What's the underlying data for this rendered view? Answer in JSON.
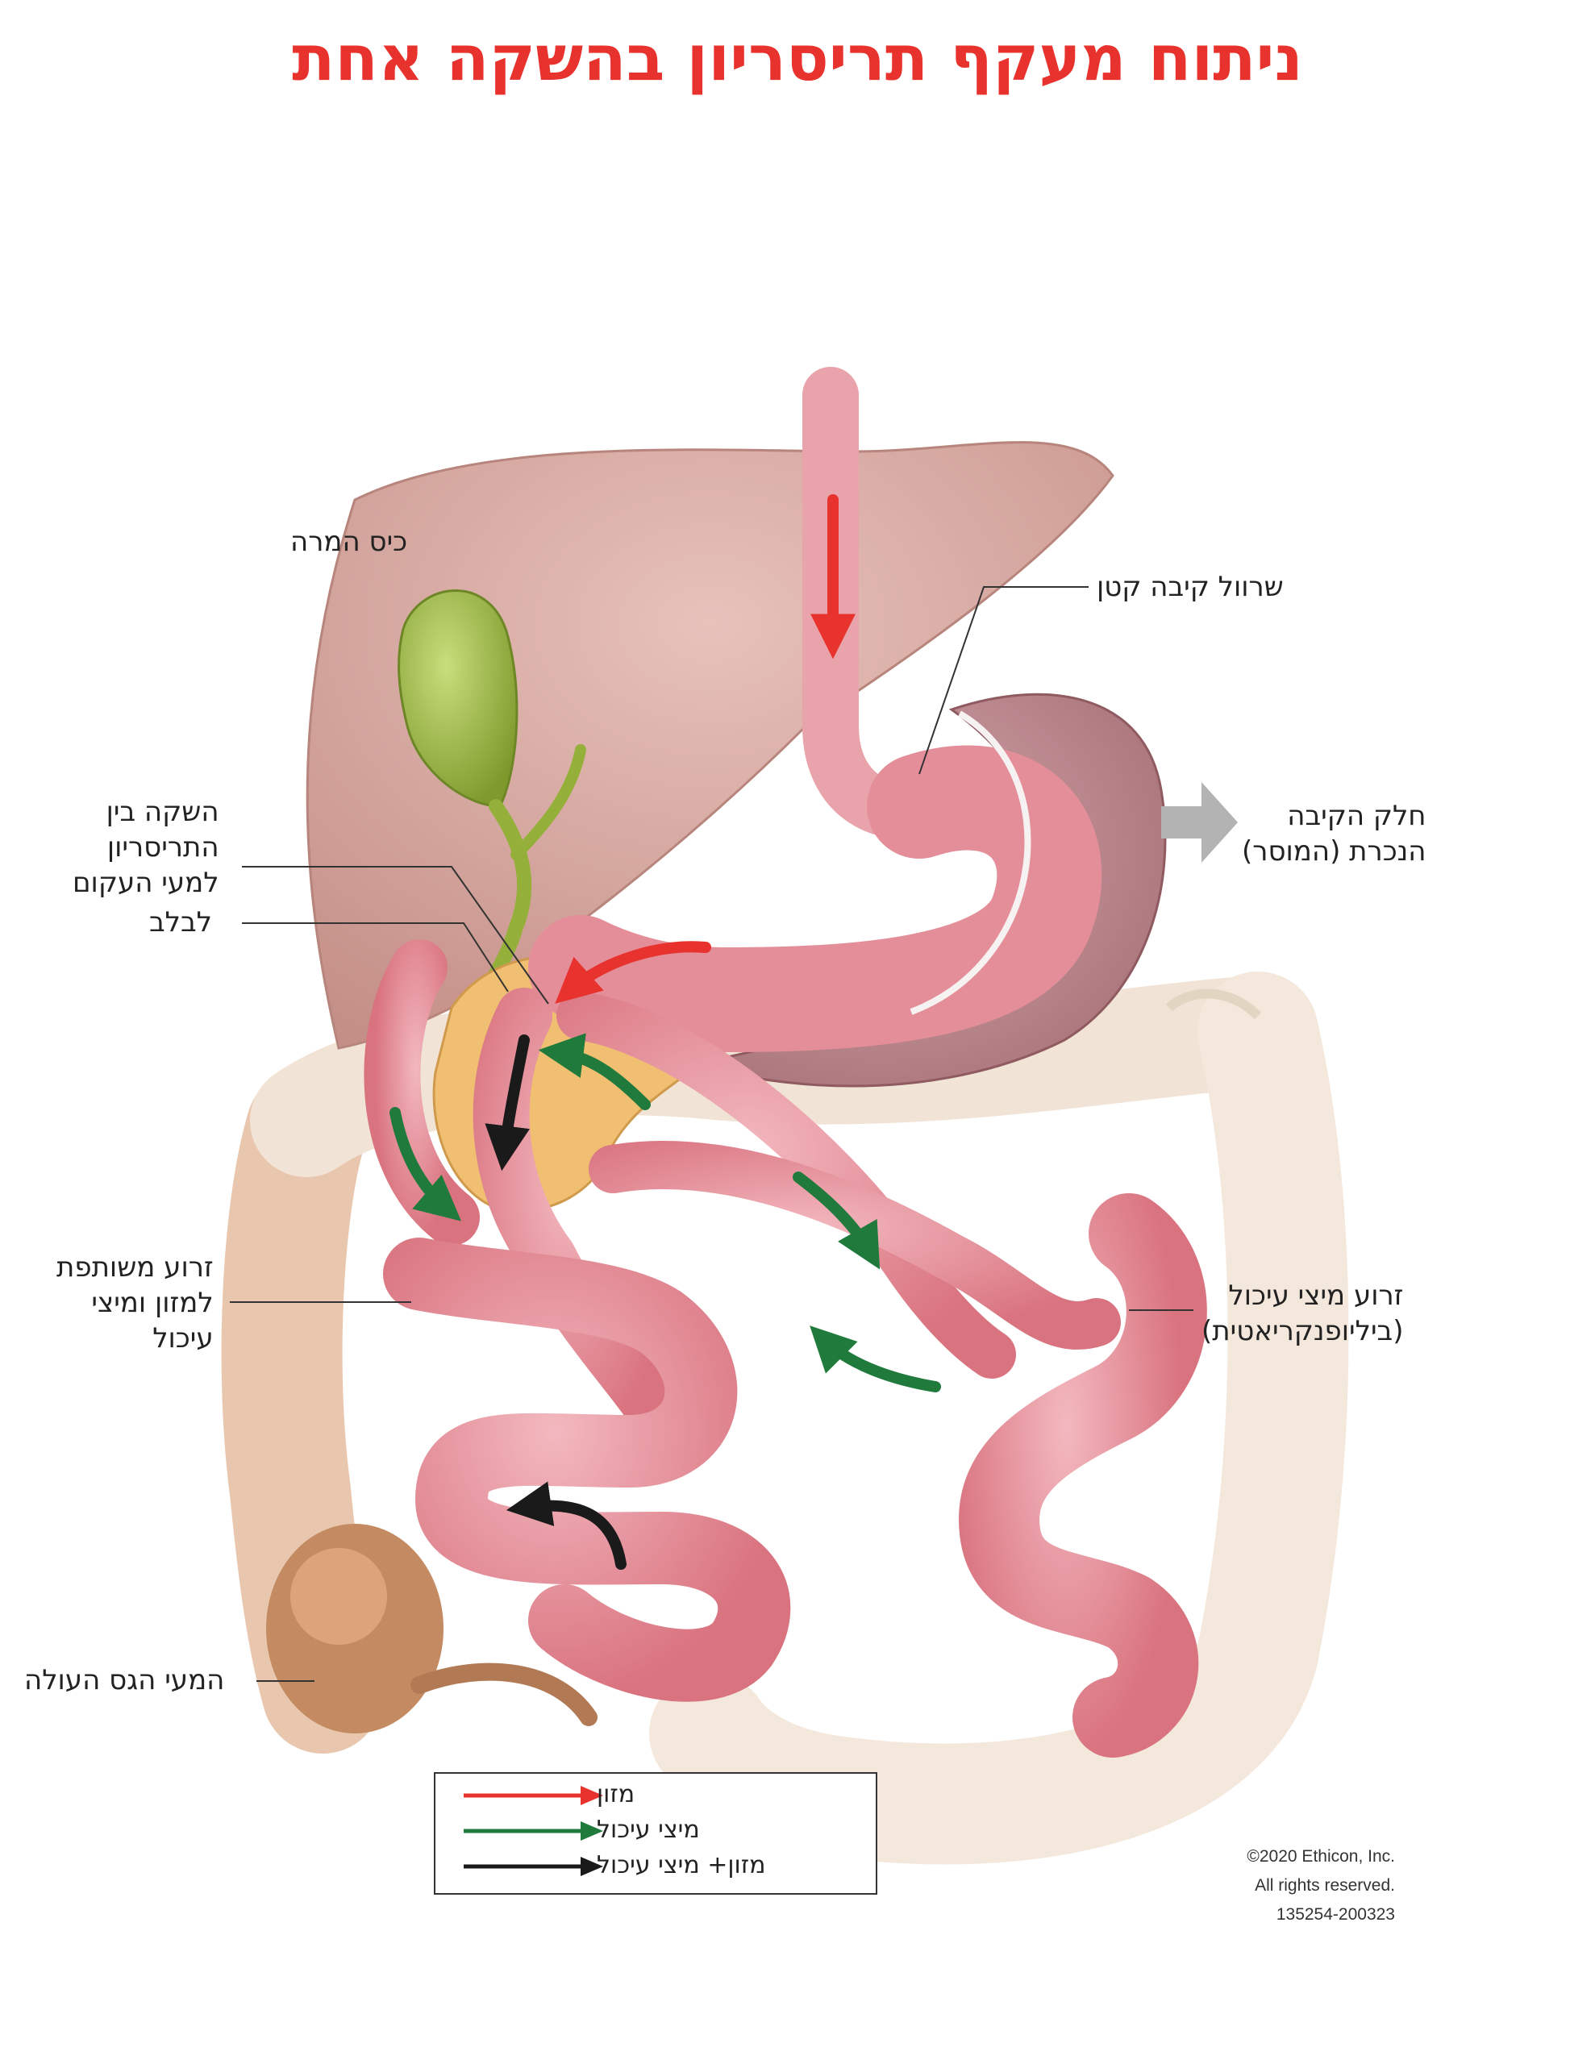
{
  "title": "ניתוח מעקף תריסריון בהשקה אחת",
  "labels": {
    "gallbladder": "כיס המרה",
    "small_sleeve": [
      "שרוול קיבה קטן"
    ],
    "resected_stomach": [
      "חלק הקיבה",
      "הנכרת (המוסר)"
    ],
    "anastomosis": [
      "השקה בין",
      "התריסריון",
      "למעי העקום"
    ],
    "pancreas": "לבלב",
    "common_limb": [
      "זרוע משותפת",
      "למזון ומיצי",
      "עיכול"
    ],
    "biliopancreatic_limb": [
      "זרוע מיצי עיכול",
      "(ביליופנקריאטית)"
    ],
    "colon": "המעי הגס העולה"
  },
  "legend": {
    "items": [
      {
        "label": "מזון",
        "color": "#e8322d"
      },
      {
        "label": "מיצי עיכול",
        "color": "#1f7a3c"
      },
      {
        "label": "מזון+ מיצי עיכול",
        "color": "#1a1a1a"
      }
    ]
  },
  "copyright": [
    "©2020 Ethicon, Inc.",
    "All rights reserved.",
    "135254-200323"
  ],
  "colors": {
    "food": "#e8322d",
    "juices": "#1f7a3c",
    "mixed": "#1a1a1a"
  }
}
